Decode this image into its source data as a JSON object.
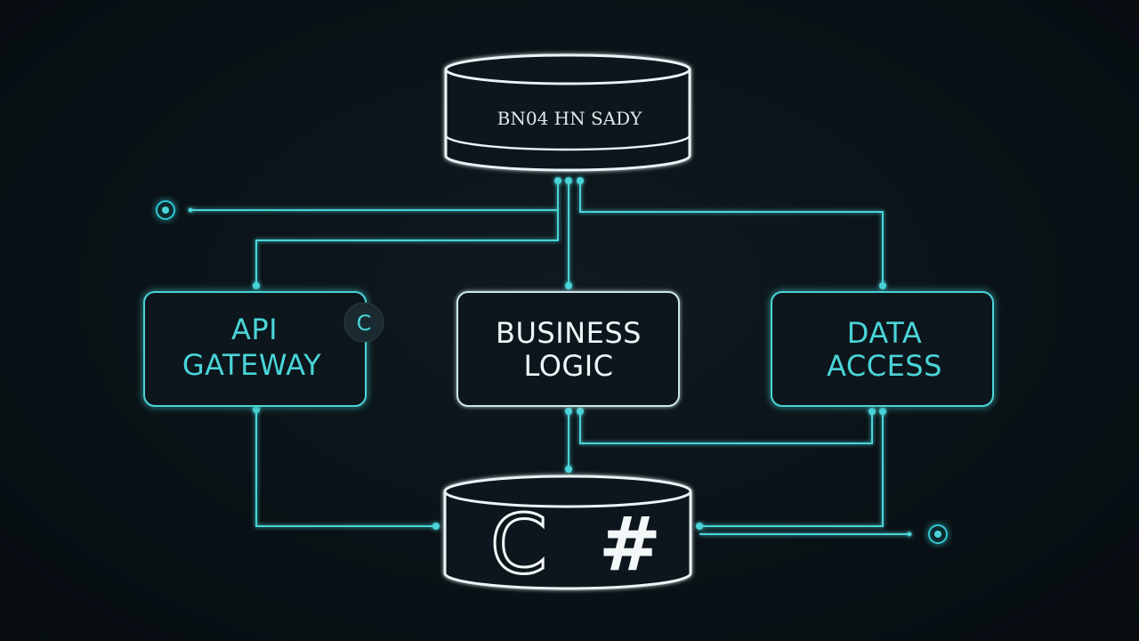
{
  "diagram": {
    "top_db": {
      "label": "BN04 HN SADY"
    },
    "bottom_db": {
      "label_c": "C",
      "label_hash": "#"
    },
    "boxes": [
      {
        "id": "api",
        "line1": "API",
        "line2": "GATEWAY",
        "badge": "C"
      },
      {
        "id": "biz",
        "line1": "BUSINESS",
        "line2": "LOGIC"
      },
      {
        "id": "data",
        "line1": "DATA",
        "line2": "ACCESS"
      }
    ]
  },
  "colors": {
    "background": "#0a1116",
    "cyan": "#49d4d8",
    "cyan_glow": "#2fc7d0",
    "white": "#e8f4f5",
    "box_fill": "#0d191f"
  }
}
